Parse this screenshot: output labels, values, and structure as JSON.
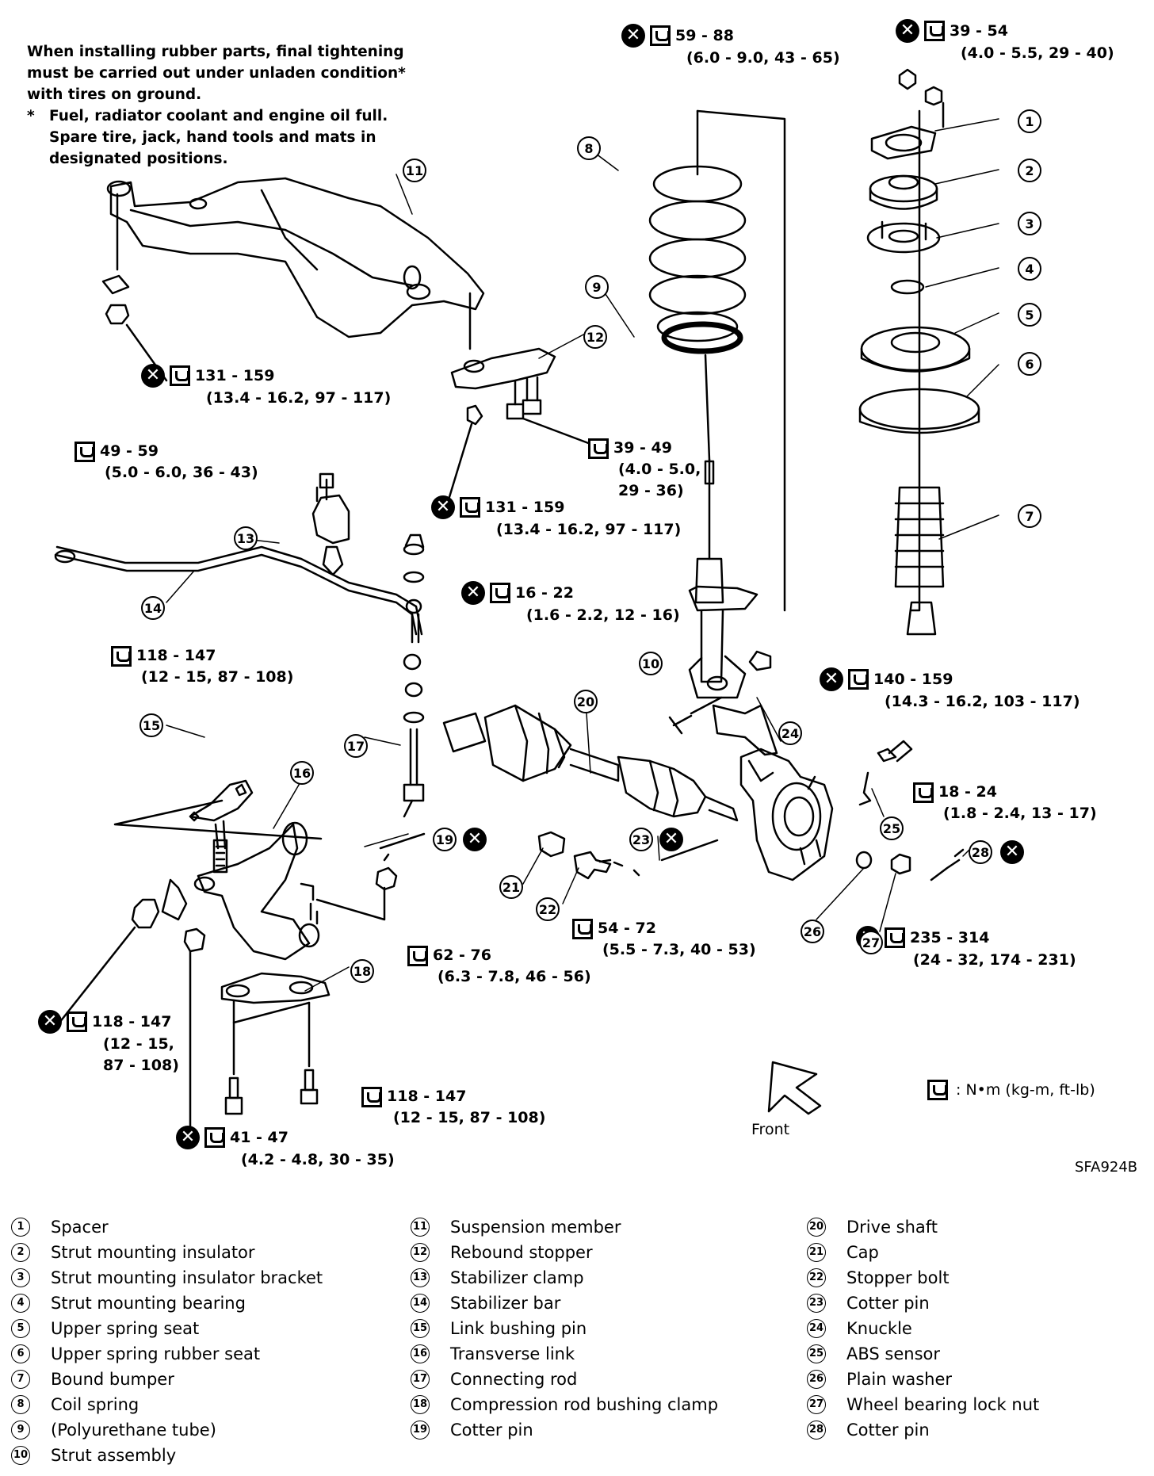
{
  "note": {
    "lines": [
      "When installing rubber parts, final tightening",
      "must be carried out under unladen condition*",
      "with tires on ground."
    ],
    "asterisk": "*",
    "footnote_lines": [
      "Fuel, radiator coolant and engine oil full.",
      "Spare tire, jack, hand tools and mats in",
      "designated positions."
    ]
  },
  "torques": [
    {
      "id": "t1",
      "x_mark": true,
      "l1": "59 - 88",
      "l2": "(6.0 - 9.0, 43 - 65)",
      "l3": ""
    },
    {
      "id": "t2",
      "x_mark": true,
      "l1": "39 - 54",
      "l2": "(4.0 - 5.5, 29 - 40)",
      "l3": ""
    },
    {
      "id": "t3",
      "x_mark": true,
      "l1": "131 - 159",
      "l2": "(13.4 - 16.2, 97 - 117)",
      "l3": ""
    },
    {
      "id": "t4",
      "x_mark": false,
      "l1": "49 - 59",
      "l2": "(5.0 - 6.0, 36 - 43)",
      "l3": ""
    },
    {
      "id": "t5",
      "x_mark": false,
      "l1": "39 - 49",
      "l2": "(4.0 - 5.0,",
      "l3": "29 - 36)"
    },
    {
      "id": "t6",
      "x_mark": true,
      "l1": "131 - 159",
      "l2": "(13.4 - 16.2, 97 - 117)",
      "l3": ""
    },
    {
      "id": "t7",
      "x_mark": true,
      "l1": "16 - 22",
      "l2": "(1.6 - 2.2, 12 - 16)",
      "l3": ""
    },
    {
      "id": "t8",
      "x_mark": false,
      "l1": "118 - 147",
      "l2": "(12 - 15, 87 - 108)",
      "l3": ""
    },
    {
      "id": "t9",
      "x_mark": true,
      "l1": "140 - 159",
      "l2": "(14.3 - 16.2, 103 - 117)",
      "l3": ""
    },
    {
      "id": "t10",
      "x_mark": false,
      "l1": "18 - 24",
      "l2": "(1.8 - 2.4, 13 - 17)",
      "l3": ""
    },
    {
      "id": "t11",
      "x_mark": false,
      "l1": "54 - 72",
      "l2": "(5.5 - 7.3, 40 - 53)",
      "l3": ""
    },
    {
      "id": "t12",
      "x_mark": false,
      "l1": "62 - 76",
      "l2": "(6.3 - 7.8, 46 - 56)",
      "l3": ""
    },
    {
      "id": "t13",
      "x_mark": true,
      "l1": "235 - 314",
      "l2": "(24 - 32, 174 - 231)",
      "l3": ""
    },
    {
      "id": "t14",
      "x_mark": true,
      "l1": "118 - 147",
      "l2": "(12 - 15,",
      "l3": "87 - 108)"
    },
    {
      "id": "t15",
      "x_mark": false,
      "l1": "118 - 147",
      "l2": "(12 - 15, 87 - 108)",
      "l3": ""
    },
    {
      "id": "t16",
      "x_mark": true,
      "l1": "41 - 47",
      "l2": "(4.2 - 4.8, 30 - 35)",
      "l3": ""
    }
  ],
  "units_note": ": N•m (kg-m, ft-lb)",
  "front_label": "Front",
  "ref_code": "SFA924B",
  "parts_col1": [
    {
      "num": "1",
      "name": "Spacer"
    },
    {
      "num": "2",
      "name": "Strut mounting insulator"
    },
    {
      "num": "3",
      "name": "Strut mounting insulator bracket"
    },
    {
      "num": "4",
      "name": "Strut mounting bearing"
    },
    {
      "num": "5",
      "name": "Upper spring seat"
    },
    {
      "num": "6",
      "name": "Upper spring rubber seat"
    },
    {
      "num": "7",
      "name": "Bound bumper"
    },
    {
      "num": "8",
      "name": "Coil spring"
    },
    {
      "num": "9",
      "name": "(Polyurethane tube)"
    },
    {
      "num": "10",
      "name": "Strut assembly"
    }
  ],
  "parts_col2": [
    {
      "num": "11",
      "name": "Suspension member"
    },
    {
      "num": "12",
      "name": "Rebound stopper"
    },
    {
      "num": "13",
      "name": "Stabilizer clamp"
    },
    {
      "num": "14",
      "name": "Stabilizer bar"
    },
    {
      "num": "15",
      "name": "Link bushing pin"
    },
    {
      "num": "16",
      "name": "Transverse link"
    },
    {
      "num": "17",
      "name": "Connecting rod"
    },
    {
      "num": "18",
      "name": "Compression rod bushing clamp"
    },
    {
      "num": "19",
      "name": "Cotter pin"
    }
  ],
  "parts_col3": [
    {
      "num": "20",
      "name": "Drive shaft"
    },
    {
      "num": "21",
      "name": "Cap"
    },
    {
      "num": "22",
      "name": "Stopper bolt"
    },
    {
      "num": "23",
      "name": "Cotter pin"
    },
    {
      "num": "24",
      "name": "Knuckle"
    },
    {
      "num": "25",
      "name": "ABS sensor"
    },
    {
      "num": "26",
      "name": "Plain washer"
    },
    {
      "num": "27",
      "name": "Wheel bearing lock nut"
    },
    {
      "num": "28",
      "name": "Cotter pin"
    }
  ],
  "callouts": [
    "1",
    "2",
    "3",
    "4",
    "5",
    "6",
    "7",
    "8",
    "9",
    "10",
    "11",
    "12",
    "13",
    "14",
    "15",
    "16",
    "17",
    "18",
    "19",
    "20",
    "21",
    "22",
    "23",
    "24",
    "25",
    "26",
    "27",
    "28"
  ]
}
